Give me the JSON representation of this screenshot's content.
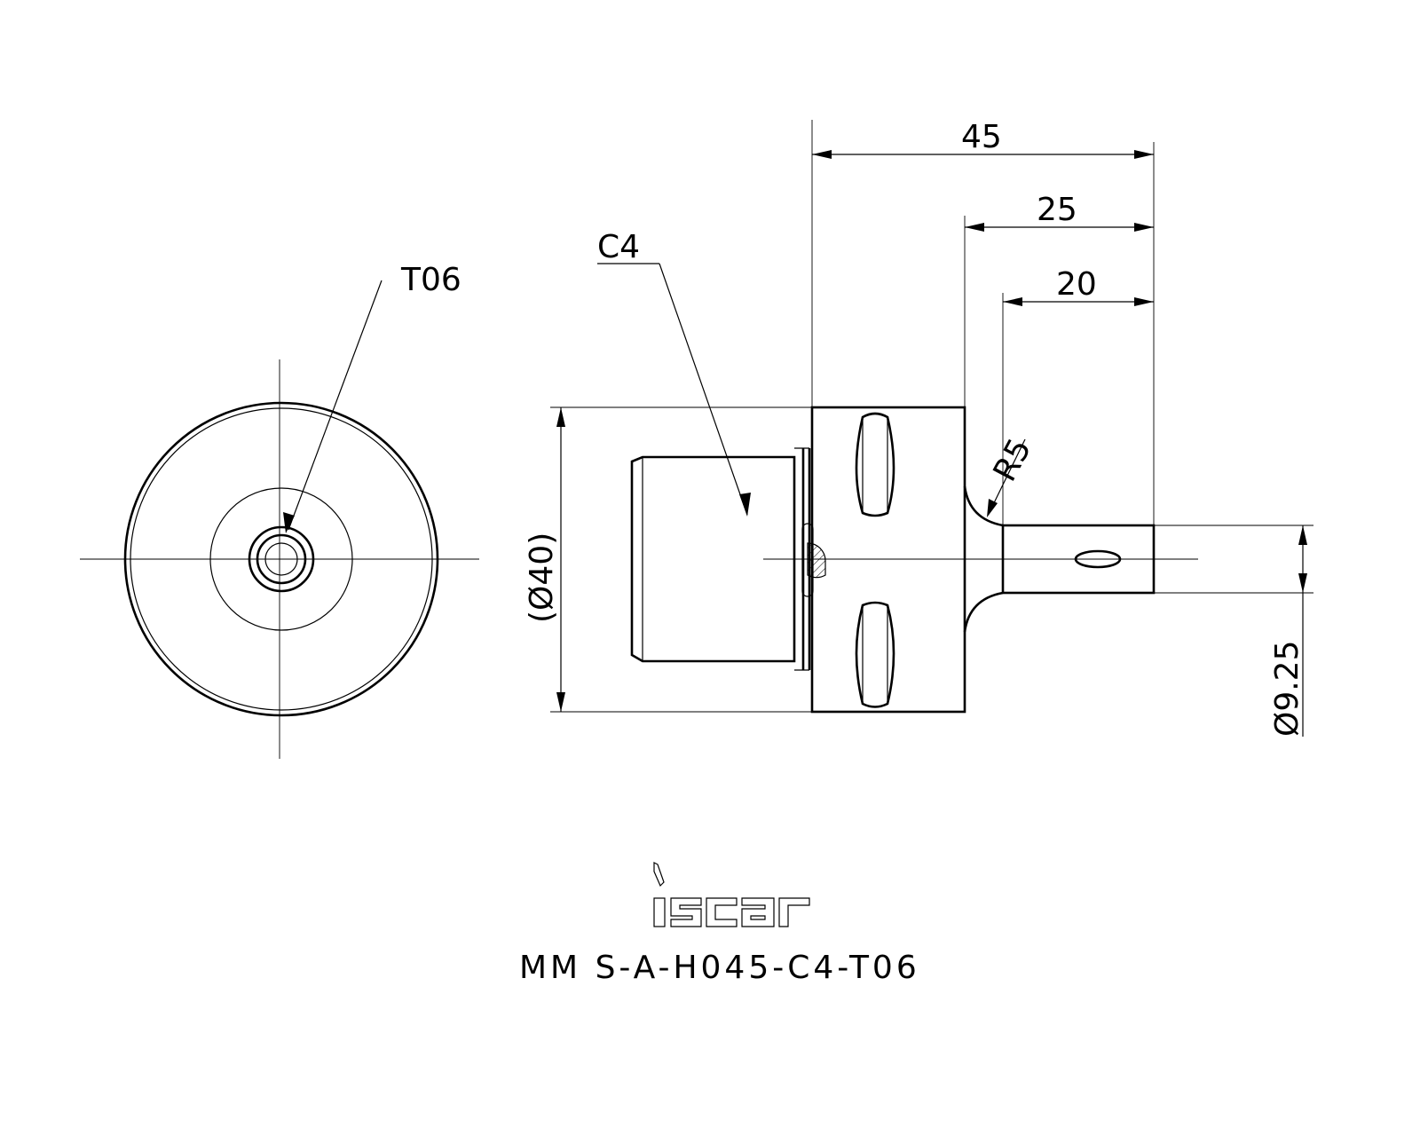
{
  "labels": {
    "t06": "T06",
    "c4": "C4",
    "r5": "R5",
    "dia40": "(Ø40)",
    "dia925": "Ø9.25",
    "dim45": "45",
    "dim25": "25",
    "dim20": "20"
  },
  "brand": "iscar",
  "part_number": "MM S-A-H045-C4-T06"
}
